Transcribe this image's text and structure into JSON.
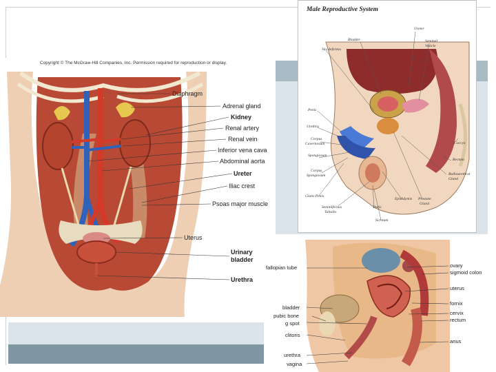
{
  "left_panel": {
    "copyright": "Copyright © The McGraw-Hill Companies, Inc. Permission required for reproduction or display.",
    "labels": [
      {
        "text": "Diaphragm",
        "bold": false
      },
      {
        "text": "Adrenal gland",
        "bold": false
      },
      {
        "text": "Kidney",
        "bold": true
      },
      {
        "text": "Renal artery",
        "bold": false
      },
      {
        "text": "Renal vein",
        "bold": false
      },
      {
        "text": "Inferior vena cava",
        "bold": false
      },
      {
        "text": "Abdominal aorta",
        "bold": false
      },
      {
        "text": "Ureter",
        "bold": true
      },
      {
        "text": "Iliac crest",
        "bold": false
      },
      {
        "text": "Psoas major muscle",
        "bold": false
      },
      {
        "text": "Uterus",
        "bold": false
      },
      {
        "text": "Urinary",
        "bold": true
      },
      {
        "text": "bladder",
        "bold": true
      },
      {
        "text": "Urethra",
        "bold": true
      }
    ]
  },
  "male_panel": {
    "title": "Male Reproductive System",
    "labels": [
      "Ureter",
      "Bladder",
      "Vas deferens",
      "Seminal",
      "Vesicle",
      "Penis",
      "Urethra",
      "Corpus",
      "Cavernosum",
      "Spongiosum",
      "Corpus",
      "Spongiosum",
      "Coccyx",
      "Rectum",
      "Bulbourethral",
      "Gland",
      "Glans Penis",
      "Seminiferous",
      "Tubules",
      "Testis",
      "Epididymis",
      "Prostate",
      "Gland",
      "Scrotum"
    ]
  },
  "female_panel": {
    "labels": [
      "fallopian tube",
      "ovary",
      "sigmoid colon",
      "uterus",
      "fornix",
      "bladder",
      "cervix",
      "pubic bone",
      "rectum",
      "g spot",
      "clitoris",
      "anus",
      "urethra",
      "vagina"
    ]
  },
  "colors": {
    "accent_band": "#a9bcc6",
    "light_band": "#dbe4ea",
    "dark_band": "#7e97a3"
  }
}
